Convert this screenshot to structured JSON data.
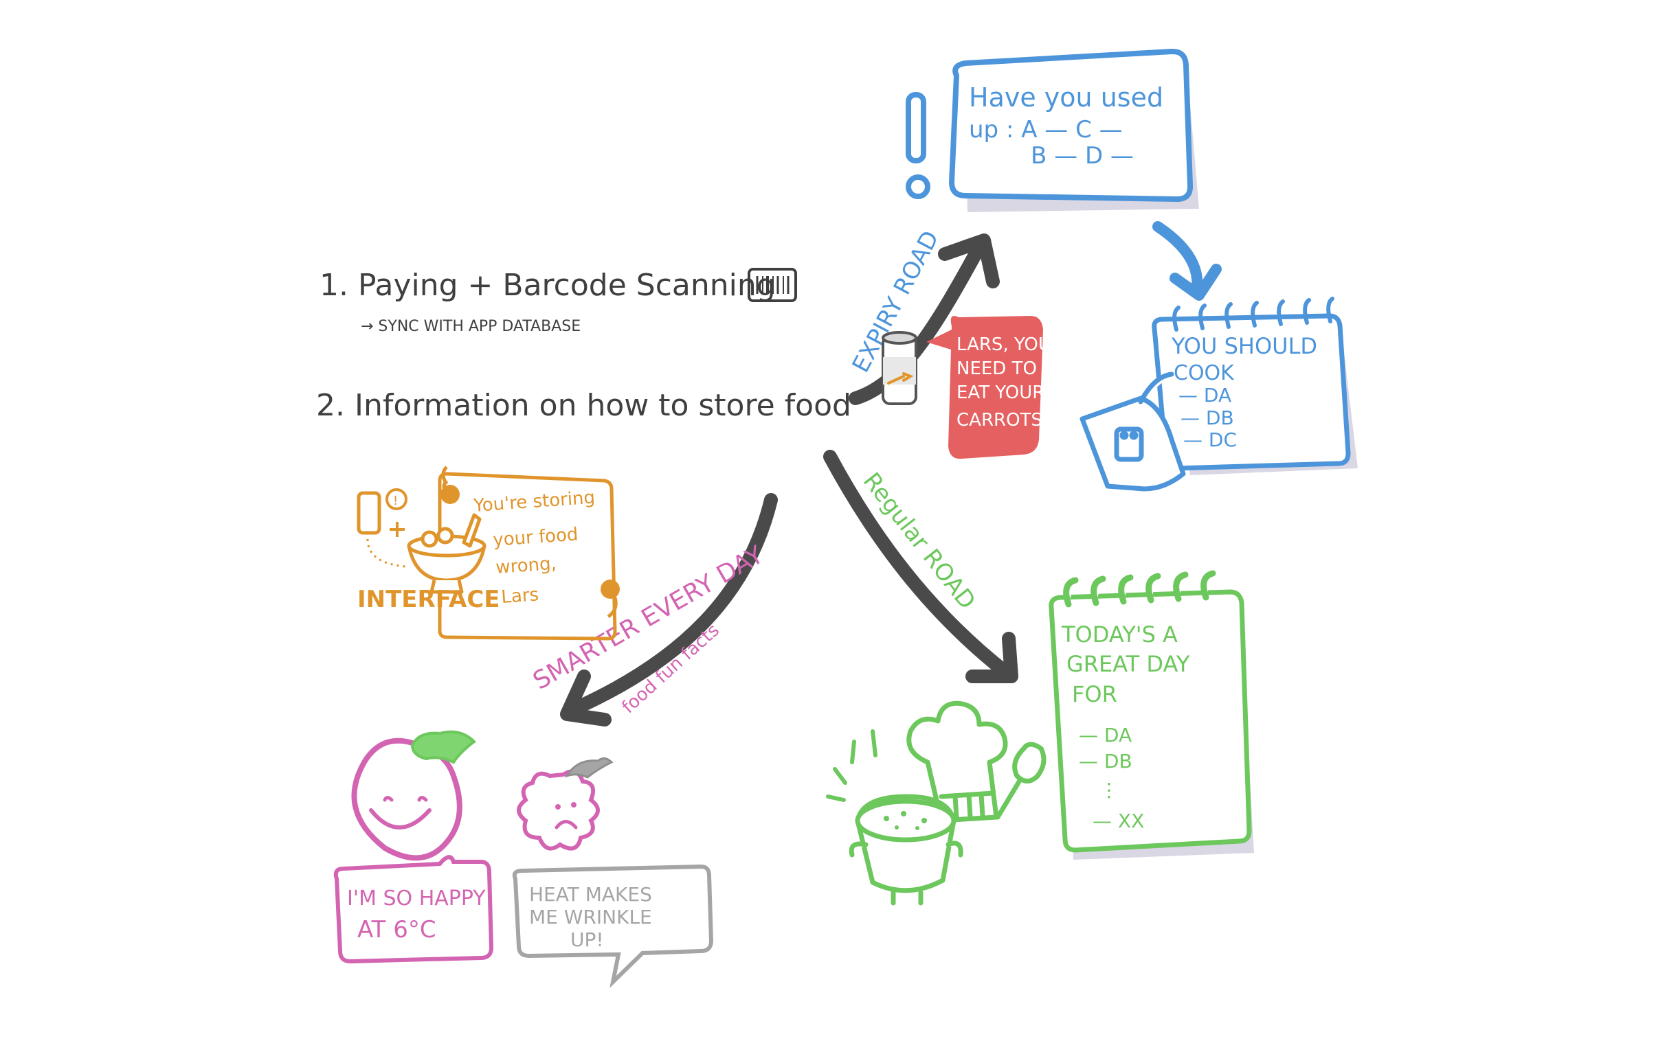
{
  "colors": {
    "ink": "#3f3f3f",
    "blue": "#4d95da",
    "green": "#6cc75c",
    "pink": "#d364b2",
    "orange": "#e0952c",
    "red": "#e56060",
    "grey": "#a5a5a5"
  },
  "main": {
    "item1": "1. Paying + Barcode Scanning",
    "item1_sub": "→ SYNC WITH APP DATABASE",
    "item2": "2. Information on how to store food"
  },
  "expiry": {
    "road_label": "EXPIRY ROAD",
    "notice_line1": "Have you used",
    "notice_line2": "up : A —   C —",
    "notice_line3": "B —   D —",
    "speech_line1": "LARS, YOU",
    "speech_line2": "NEED TO",
    "speech_line3": "EAT YOUR",
    "speech_line4": "CARROTS!",
    "cook_title1": "YOU SHOULD",
    "cook_title2": "COOK",
    "cook_items": [
      "— DA",
      "— DB",
      "— DC"
    ]
  },
  "regular": {
    "road_label": "Regular ROAD",
    "note_line1": "TODAY'S A",
    "note_line2": "GREAT DAY",
    "note_line3": "FOR",
    "note_items": [
      "— DA",
      "— DB",
      "⋮",
      "— XX"
    ]
  },
  "smarter": {
    "road_label": "SMARTER EVERY DAY",
    "road_sub": "food fun facts",
    "happy_line1": "I'M SO HAPPY",
    "happy_line2": "AT 6°C",
    "sad_line1": "HEAT MAKES",
    "sad_line2": "ME WRINKLE",
    "sad_line3": "UP!"
  },
  "interface": {
    "label": "INTERFACE",
    "quote_line1": "You're storing",
    "quote_line2": "your food",
    "quote_line3": "wrong,",
    "quote_line4": "Lars"
  },
  "icons": [
    "barcode-icon",
    "exclamation-icon",
    "carrot-jar-icon",
    "calendar-icon",
    "spiral-notepad-icon",
    "eggplant-icon",
    "wrinkled-eggplant-icon",
    "chef-hat-icon",
    "spatula-icon",
    "pot-icon",
    "phone-icon",
    "mortar-bowl-icon"
  ]
}
